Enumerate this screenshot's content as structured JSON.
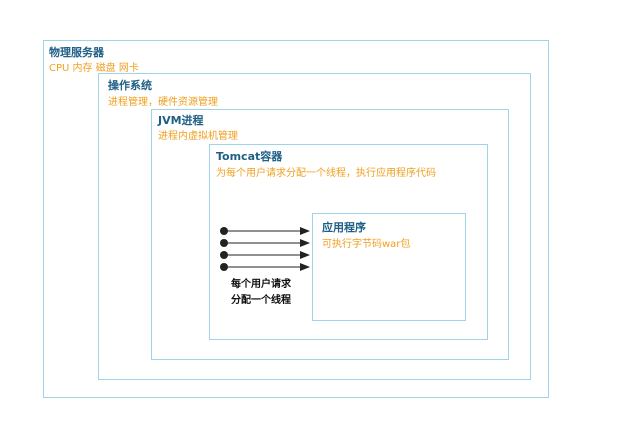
{
  "server": {
    "title": "物理服务器",
    "subtitle": "CPU 内存 磁盘 网卡"
  },
  "os": {
    "title": "操作系统",
    "subtitle": "进程管理，硬件资源管理"
  },
  "jvm": {
    "title": "JVM进程",
    "subtitle": "进程内虚拟机管理"
  },
  "tomcat": {
    "title": "Tomcat容器",
    "subtitle": "为每个用户请求分配一个线程，执行应用程序代码"
  },
  "app": {
    "title": "应用程序",
    "subtitle": "可执行字节码war包"
  },
  "requests": {
    "caption_line1": "每个用户请求",
    "caption_line2": "分配一个线程",
    "count": 4
  },
  "colors": {
    "border": "#9ed3ea",
    "title": "#1f5f86",
    "subtitle": "#f0a020",
    "arrow": "#222222"
  }
}
